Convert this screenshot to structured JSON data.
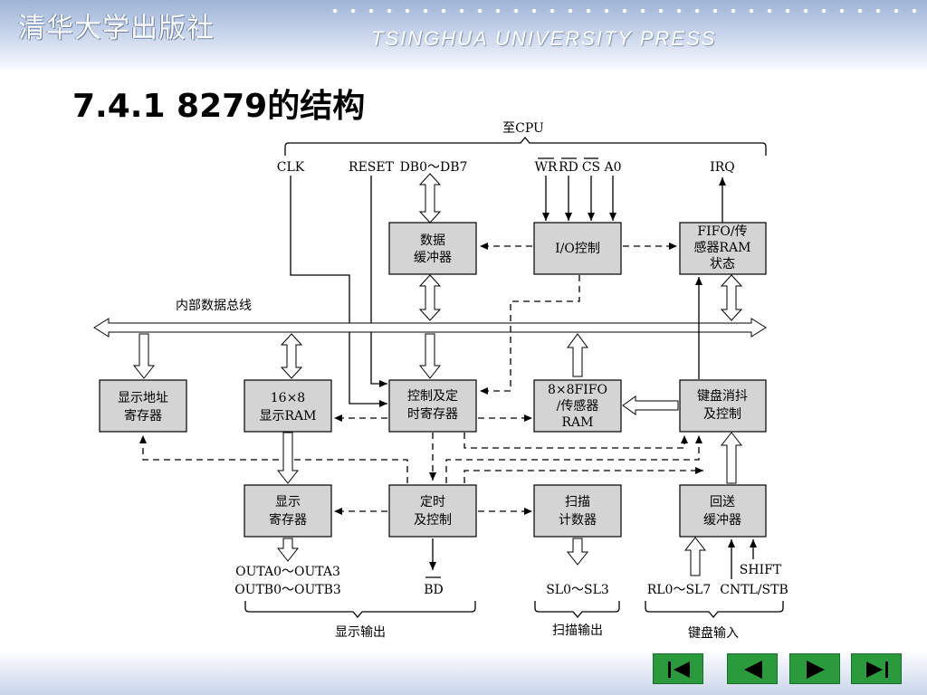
{
  "header": {
    "logo_cn": "清华大学出版社",
    "logo_en": "TSINGHUA UNIVERSITY PRESS"
  },
  "title": "7.4.1 8279的结构",
  "diagram": {
    "to_cpu": "至CPU",
    "internal_bus": "内部数据总线",
    "signals": {
      "clk": "CLK",
      "reset": "RESET",
      "db": "DB0～DB7",
      "wr": "WR",
      "rd": "RD",
      "cs": "CS",
      "a0": "A0",
      "irq": "IRQ"
    },
    "blocks": {
      "data_buffer": [
        "数据",
        "缓冲器"
      ],
      "io_control": "I/O控制",
      "fifo_status": [
        "FIFO/传",
        "感器RAM",
        "状态"
      ],
      "display_addr_reg": [
        "显示地址",
        "寄存器"
      ],
      "display_ram": [
        "16×8",
        "显示RAM"
      ],
      "control_timing_reg": [
        "控制及定",
        "时寄存器"
      ],
      "fifo_ram": [
        "8×8FIFO",
        "/传感器",
        "RAM"
      ],
      "debounce_control": [
        "键盘消抖",
        "及控制"
      ],
      "display_reg": [
        "显示",
        "寄存器"
      ],
      "timing_control": [
        "定时",
        "及控制"
      ],
      "scan_counter": [
        "扫描",
        "计数器"
      ],
      "return_buffer": [
        "回送",
        "缓冲器"
      ]
    },
    "outputs": {
      "outa": "OUTA0～OUTA3",
      "outb": "OUTB0～OUTB3",
      "bd": "BD",
      "sl": "SL0～SL3",
      "rl": "RL0～SL7",
      "cntl": "CNTL/STB",
      "shift": "SHIFT"
    },
    "groups": {
      "display_output": "显示输出",
      "scan_output": "扫描输出",
      "keyboard_input": "键盘输入"
    }
  },
  "nav": {
    "color": "#2a9a3c",
    "buttons": [
      "first-icon",
      "prev-icon",
      "next-icon",
      "last-icon"
    ]
  }
}
